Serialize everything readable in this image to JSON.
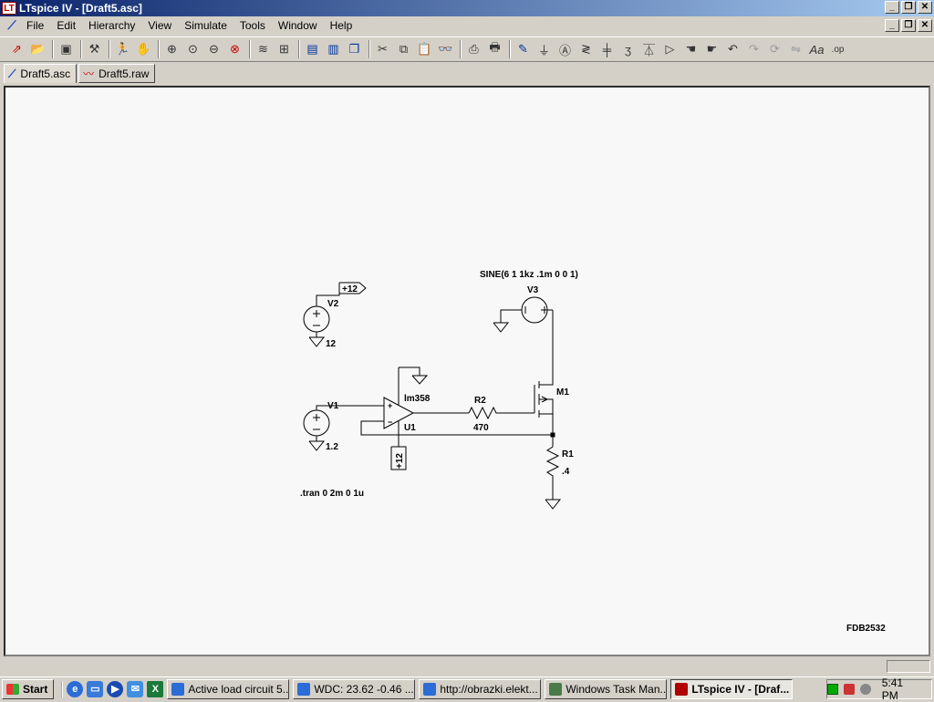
{
  "window": {
    "title": "LTspice IV - [Draft5.asc]",
    "app_icon_glyph": "LT"
  },
  "menu": {
    "items": [
      {
        "label": "File"
      },
      {
        "label": "Edit"
      },
      {
        "label": "Hierarchy"
      },
      {
        "label": "View"
      },
      {
        "label": "Simulate"
      },
      {
        "label": "Tools"
      },
      {
        "label": "Window"
      },
      {
        "label": "Help"
      }
    ]
  },
  "tabs": [
    {
      "label": "Draft5.asc",
      "icon": "schematic-icon"
    },
    {
      "label": "Draft5.raw",
      "icon": "waveform-icon"
    }
  ],
  "schematic": {
    "v2": {
      "name": "V2",
      "value": "12",
      "net_label": "+12"
    },
    "v1": {
      "name": "V1",
      "value": "1.2"
    },
    "v3": {
      "name": "V3",
      "value": "SINE(6 1 1kz .1m 0 0 1)"
    },
    "u1": {
      "name": "U1",
      "model": "lm358",
      "supply_label": "+12"
    },
    "r2": {
      "name": "R2",
      "value": "470"
    },
    "r1": {
      "name": "R1",
      "value": ".4"
    },
    "m1": {
      "name": "M1",
      "model": "FDB2532"
    },
    "directive": ".tran 0 2m 0 1u"
  },
  "taskbar": {
    "start_label": "Start",
    "tasks": [
      {
        "label": "Active load circuit 5...",
        "active": false,
        "color": "#2b6cd6"
      },
      {
        "label": "WDC: 23.62 -0.46 ...",
        "active": false,
        "color": "#2b6cd6"
      },
      {
        "label": "http://obrazki.elekt...",
        "active": false,
        "color": "#2b6cd6"
      },
      {
        "label": "Windows Task Man...",
        "active": false,
        "color": "#4a7a4a"
      },
      {
        "label": "LTspice IV - [Draf...",
        "active": true,
        "color": "#b00000"
      }
    ],
    "clock": "5:41 PM"
  }
}
